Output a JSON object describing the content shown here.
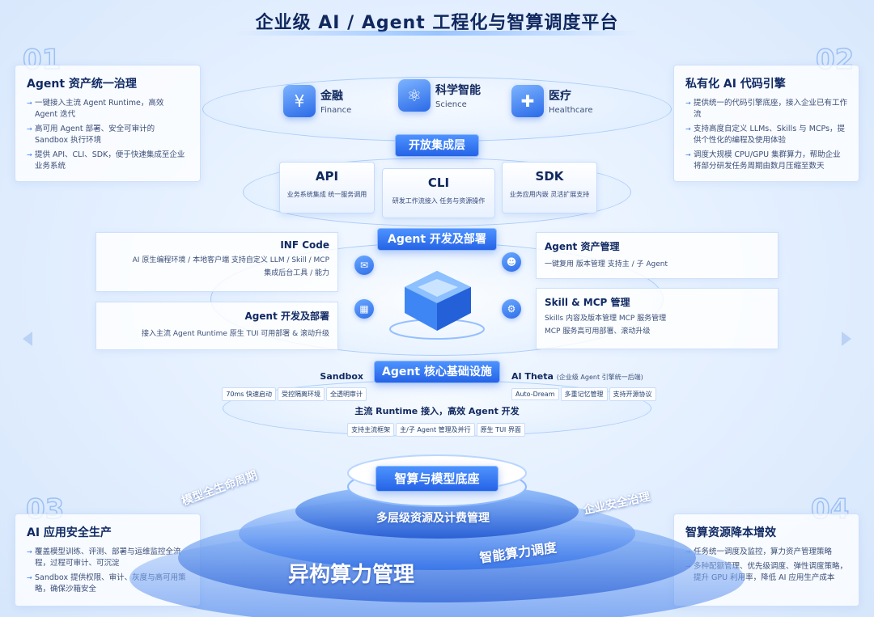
{
  "title": "企业级 AI / Agent 工程化与智算调度平台",
  "corners": {
    "n1": "01",
    "n2": "02",
    "n3": "03",
    "n4": "04"
  },
  "panel1": {
    "title": "Agent 资产统一治理",
    "items": [
      "一键接入主流 Agent Runtime，高效 Agent 迭代",
      "高可用 Agent 部署、安全可审计的 Sandbox 执行环境",
      "提供 API、CLI、SDK，便于快速集成至企业业务系统"
    ]
  },
  "panel2": {
    "title": "私有化 AI 代码引擎",
    "items": [
      "提供统一的代码引擎底座，接入企业已有工作流",
      "支持高度自定义 LLMs、Skills 与 MCPs，提供个性化的编程及使用体验",
      "调度大规模 CPU/GPU 集群算力，帮助企业将部分研发任务周期由数月压缩至数天"
    ]
  },
  "panel3": {
    "title": "AI 应用安全生产",
    "items": [
      "覆盖模型训练、评测、部署与运维监控全流程，过程可审计、可沉淀",
      "Sandbox 提供权限、审计、灰度与高可用策略，确保沙箱安全"
    ]
  },
  "panel4": {
    "title": "智算资源降本增效",
    "items": [
      "任务统一调度及监控，算力资产管理策略",
      "多种配额管理、优先级调度、弹性调度策略，提升 GPU 利用率，降低 AI 应用生产成本"
    ]
  },
  "industries": [
    {
      "zh": "金融",
      "en": "Finance",
      "icon": "finance-icon"
    },
    {
      "zh": "科学智能",
      "en": "Science",
      "icon": "science-icon"
    },
    {
      "zh": "医疗",
      "en": "Healthcare",
      "icon": "healthcare-icon"
    }
  ],
  "integration": {
    "label": "开放集成层",
    "api": {
      "title": "API",
      "desc": "业务系统集成 统一服务调用"
    },
    "cli": {
      "title": "CLI",
      "desc": "研发工作流接入  任务与资源操作"
    },
    "sdk": {
      "title": "SDK",
      "desc": "业务应用内嵌 灵活扩展支持"
    }
  },
  "deploy": {
    "label": "Agent 开发及部署",
    "inf": {
      "title": "INF Code",
      "line1": "AI 原生编程环境 / 本地客户端    支持自定义 LLM / Skill / MCP",
      "line2": "集成后台工具 / 能力"
    },
    "dev": {
      "title": "Agent 开发及部署",
      "line1": "接入主流 Agent Runtime   原生 TUI   可用部署 & 滚动升级"
    },
    "asset": {
      "title": "Agent 资产管理",
      "line1": "一键复用   版本管理   支持主 / 子 Agent"
    },
    "skill": {
      "title": "Skill & MCP 管理",
      "line1": "Skills 内容及版本管理   MCP 服务管理",
      "line2": "MCP 服务高可用部署、滚动升级"
    }
  },
  "core": {
    "label": "Agent 核心基础设施",
    "sandbox": {
      "title": "Sandbox",
      "chips": [
        "70ms 快速启动",
        "受控隔离环境",
        "全透明审计"
      ]
    },
    "theta": {
      "title": "AI Theta",
      "note": "(企业级 Agent 引擎统一后端)",
      "chips": [
        "Auto-Dream",
        "多重记忆管理",
        "支持开源协议"
      ]
    },
    "runtime": {
      "title": "主流 Runtime 接入，高效 Agent 开发",
      "chips": [
        "支持主流框架",
        "主/子 Agent 管理及并行",
        "原生 TUI 界面"
      ]
    }
  },
  "base": {
    "label": "智算与模型底座",
    "lifecycle": "模型全生命周期",
    "enterprise": "企业安全治理",
    "billing": "多层级资源及计费管理",
    "scheduling": "智能算力调度",
    "hetero": "异构算力管理"
  },
  "colors": {
    "accent": "#2563e6",
    "title": "#10285e",
    "ring": "#78aff5"
  }
}
